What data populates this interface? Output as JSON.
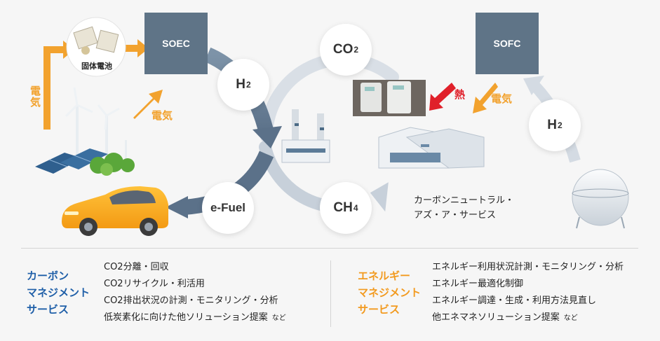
{
  "diagram": {
    "soec_label": "SOEC",
    "sofc_label": "SOFC",
    "solid_battery_label": "固体電池",
    "electricity_label": "電気",
    "heat_label": "熱",
    "bubbles": {
      "h2_left": {
        "main": "H",
        "sub": "2"
      },
      "co2": {
        "main": "CO",
        "sub": "2"
      },
      "ch4": {
        "main": "CH",
        "sub": "4"
      },
      "h2_right": {
        "main": "H",
        "sub": "2"
      },
      "efuel": {
        "main": "e-Fuel",
        "sub": ""
      }
    },
    "service_name": [
      "カーボンニュートラル・",
      "アズ・ア・サービス"
    ],
    "colors": {
      "box": "#5f7487",
      "electric_arrow": "#f2a22e",
      "heat_arrow": "#e0202a",
      "carbon_title": "#1f5fa8",
      "energy_title": "#f29a1f"
    }
  },
  "carbon_management": {
    "title": [
      "カーボン",
      "マネジメント",
      "サービス"
    ],
    "items": [
      "CO2分離・回収",
      "CO2リサイクル・利活用",
      "CO2排出状況の計測・モニタリング・分析",
      "低炭素化に向けた他ソリューション提案"
    ],
    "suffix": "など"
  },
  "energy_management": {
    "title": [
      "エネルギー",
      "マネジメント",
      "サービス"
    ],
    "items": [
      "エネルギー利用状況計測・モニタリング・分析",
      "エネルギー最適化制御",
      "エネルギー調達・生成・利用方法見直し",
      "他エネマネソリューション提案"
    ],
    "suffix": "など"
  }
}
